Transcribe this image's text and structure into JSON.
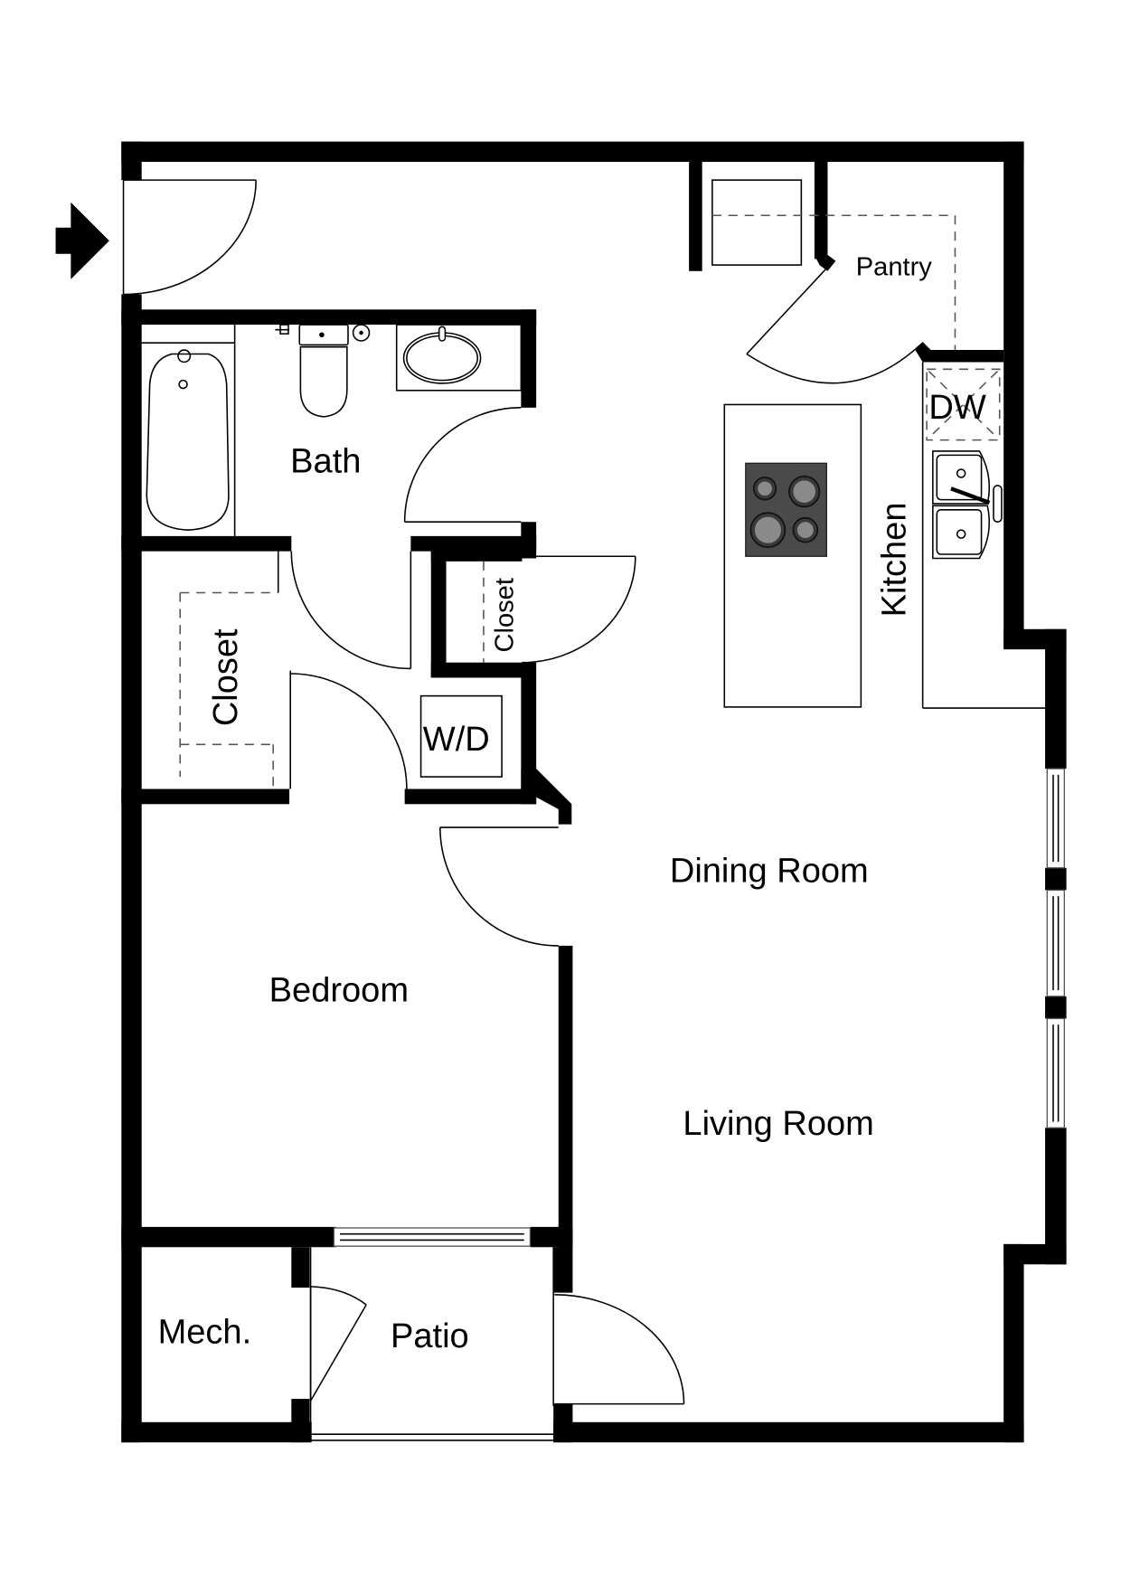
{
  "plan": {
    "type": "apartment-floor-plan",
    "entry_marker": "arrow-right",
    "rooms": {
      "pantry": "Pantry",
      "dishwasher": "DW",
      "bath": "Bath",
      "kitchen": "Kitchen",
      "closet_bedroom": "Closet",
      "closet_hall": "Closet",
      "washer_dryer": "W/D",
      "dining_room": "Dining Room",
      "bedroom": "Bedroom",
      "living_room": "Living Room",
      "mechanical": "Mech.",
      "patio": "Patio"
    },
    "fixtures": [
      "bathtub",
      "toilet",
      "bathroom-sink",
      "cooktop",
      "double-kitchen-sink",
      "dishwasher",
      "washer-dryer"
    ],
    "colors": {
      "wall": "#000000",
      "background": "#ffffff",
      "cooktop": "#4a4a4a",
      "burner": "#8a8a8a"
    }
  }
}
